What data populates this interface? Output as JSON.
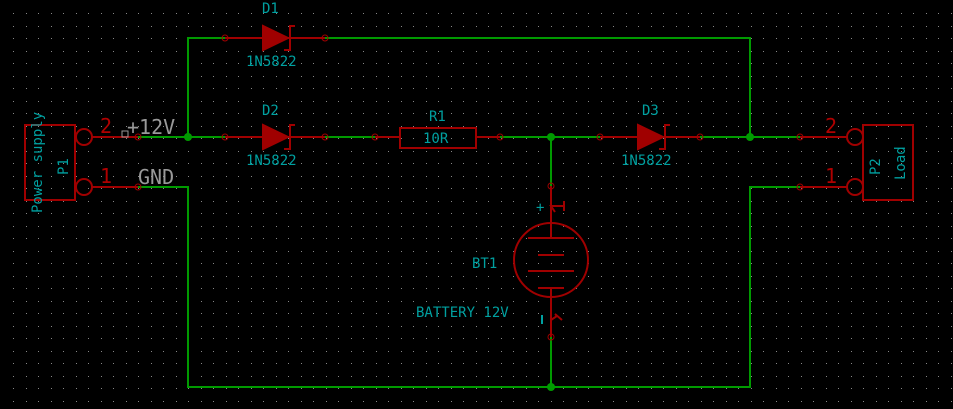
{
  "colors": {
    "background": "#000000",
    "wire": "#009a00",
    "component": "#a00000",
    "label": "#00a0a0",
    "net_label": "#999999",
    "grid_dot": "#888888"
  },
  "components": {
    "P1": {
      "ref": "P1",
      "value": "Power supply",
      "pins": [
        "2",
        "1"
      ]
    },
    "P2": {
      "ref": "P2",
      "value": "Load",
      "pins": [
        "2",
        "1"
      ]
    },
    "D1": {
      "ref": "D1",
      "value": "1N5822"
    },
    "D2": {
      "ref": "D2",
      "value": "1N5822"
    },
    "D3": {
      "ref": "D3",
      "value": "1N5822"
    },
    "R1": {
      "ref": "R1",
      "value": "10R"
    },
    "BT1": {
      "ref": "BT1",
      "value": "BATTERY 12V",
      "plus": "+",
      "minus": "-"
    }
  },
  "nets": {
    "vcc": "+12V",
    "gnd": "GND"
  }
}
